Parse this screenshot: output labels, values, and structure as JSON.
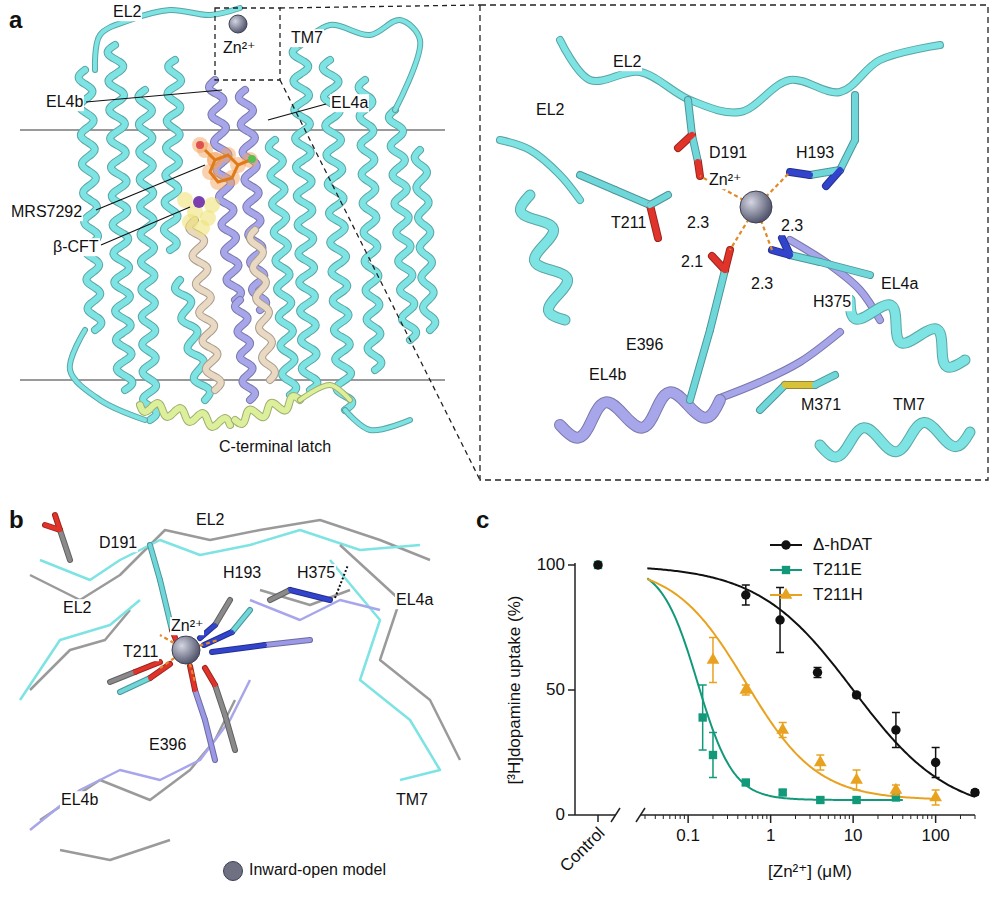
{
  "diagram": {
    "labels": [
      "a",
      "EL2",
      "Zn²⁺",
      "TM7",
      "EL4b",
      "EL4a",
      "MRS7292",
      "β-CFT",
      "C-terminal latch",
      "EL2",
      "EL2",
      "D191",
      "Zn²⁺",
      "H193",
      "T211",
      "2.3",
      "2.3",
      "2.1",
      "2.3",
      "EL4a",
      "H375",
      "E396",
      "EL4b",
      "M371",
      "TM7",
      "b",
      "EL2",
      "D191",
      "H193",
      "H375",
      "EL4a",
      "EL2",
      "T211",
      "Zn²⁺",
      "E396",
      "EL4b",
      "TM7",
      "c",
      "100",
      "50",
      "0",
      "[³H]dopamine uptake (%)",
      "Control",
      "0.1",
      "1",
      "10",
      "100",
      "[Zn²⁺] (μM)"
    ],
    "legend": [
      {
        "text": "Inward-open model",
        "color": "#6f7183"
      },
      {
        "text": "Δ-hDAT"
      },
      {
        "text": "T211E"
      },
      {
        "text": "T211H"
      }
    ]
  }
}
